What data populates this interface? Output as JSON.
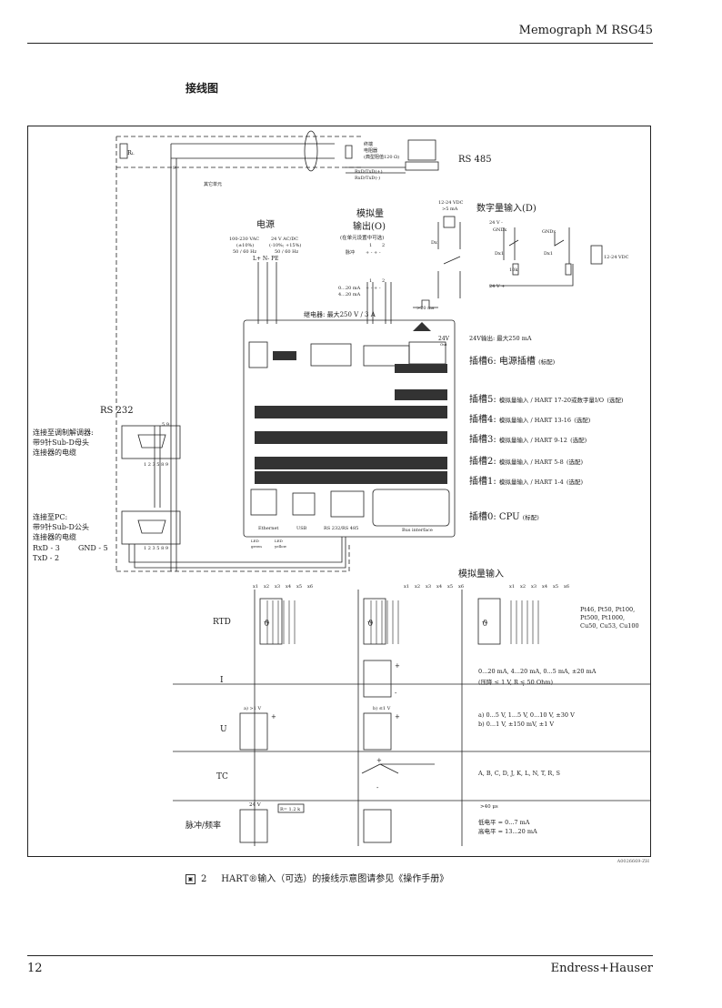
{
  "header": {
    "product": "Memograph M RSG45"
  },
  "section_title": "接线图",
  "diagram": {
    "top": {
      "rl": "R",
      "rl_sub": "L",
      "other_unit": "其它单元",
      "terminator_lines": [
        "终端",
        "电阻器",
        "(典型阻值120 Ω)"
      ],
      "rxd_pos": "RxD/TxD(+)",
      "rxd_neg": "RxD/TxD(-)",
      "rs485": "RS 485",
      "nine": "9"
    },
    "power": {
      "title": "电源",
      "ac_lines": [
        "100-230 VAC",
        "(±10%)",
        "50 / 60 Hz"
      ],
      "dc_lines": [
        "24 V AC/DC",
        "(-10%; +15%)",
        "50 / 60 Hz"
      ],
      "terminals": "L+  N-  PE"
    },
    "analog_out": {
      "title1": "模拟量",
      "title2": "输出(O)",
      "note": "(在单元设置中可选)",
      "pulse": "脉冲",
      "ma1": "0...20 mA",
      "ma2": "4...20 mA",
      "num1": "1",
      "num2": "2",
      "polarity": "+ -   + -"
    },
    "digital_in": {
      "title": "数字量输入(D)",
      "supply": "12-24 VDC",
      "supply2": ">5 mA",
      "v24neg": "24 V -",
      "gndx": "GNDx",
      "dx": "Dx",
      "dx1": "Dx1",
      "r10k": "10k",
      "v24pos": "24 V +",
      "supply_right": "12-24 VDC"
    },
    "relay": "继电器: 最大250 V / 3 A",
    "pulse_time": ">20 ms",
    "out24": "24V输出: 最大250 mA",
    "slots": [
      {
        "slot": "插槽6:",
        "desc": "电源插槽",
        "note": "(标配)"
      },
      {
        "slot": "插槽5:",
        "desc": "模拟量输入 / HART 17-20或数字量I/O",
        "note": "(选配)"
      },
      {
        "slot": "插槽4:",
        "desc": "模拟量输入 / HART 13-16",
        "note": "(选配)"
      },
      {
        "slot": "插槽3:",
        "desc": "模拟量输入 / HART 9-12",
        "note": "(选配)"
      },
      {
        "slot": "插槽2:",
        "desc": "模拟量输入 / HART 5-8",
        "note": "(选配)"
      },
      {
        "slot": "插槽1:",
        "desc": "模拟量输入 / HART 1-4",
        "note": "(选配)"
      },
      {
        "slot": "插槽0:",
        "desc": "CPU",
        "note": "(标配)"
      }
    ],
    "device": {
      "ports": [
        "Ethernet",
        "USB",
        "RS 232/RS 485",
        "Bus interface"
      ],
      "leds": [
        "LED",
        "LED",
        "green",
        "yellow"
      ],
      "out24": "24V",
      "out24_sub": "Out"
    },
    "rs232": {
      "title": "RS 232",
      "modem_lines": [
        "连接至调制解调器:",
        "带9针Sub-D母头",
        "连接器的电缆"
      ],
      "pc_lines": [
        "连接至PC:",
        "带9针Sub-D公头",
        "连接器的电缆"
      ],
      "rxd": "RxD - 3",
      "gnd": "GND - 5",
      "txd": "TxD - 2",
      "pins_top": "5   9",
      "pins_bottom": "1 2 3   5 8 9"
    },
    "analog_in": {
      "title": "模拟量输入",
      "terminals": [
        "x1",
        "x2",
        "x3",
        "x4",
        "x5",
        "x6"
      ],
      "rtd": "RTD",
      "rtd_types": [
        "Pt46, Pt50, Pt100,",
        "Pt500, Pt1000,",
        "Cu50, Cu53, Cu100"
      ],
      "i": "I",
      "i_range": "0...20 mA, 4...20 mA, 0...5 mA, ±20 mA",
      "i_note": "(压降 ≤ 1 V,   R  ≤ 50 Ohm)",
      "i_note_sub": "i",
      "u": "U",
      "u_a": "a) >1 V",
      "u_b": "b) ≤1 V",
      "u_ranges": [
        "a) 0...5 V, 1...5 V, 0...10 V, ±30 V",
        "b) 0...1 V, ±150 mV, ±1 V"
      ],
      "tc": "TC",
      "tc_types": "A, B, C, D, J, K, L, N, T, R, S",
      "pulse": "脉冲/频率",
      "pulse_v": "24 V",
      "pulse_r": "R= 1.2 k",
      "pulse_time": ">40 μs",
      "pulse_low": "低电平 = 0...7 mA",
      "pulse_high": "高电平 = 13...20 mA",
      "plus": "+",
      "minus": "-",
      "theta": "ϑ"
    },
    "ref_code": "A0026669-ZH"
  },
  "caption": {
    "fig_no": "2",
    "text": "HART®输入（可选）的接线示意图请参见《操作手册》"
  },
  "footer": {
    "page": "12",
    "brand": "Endress+Hauser"
  }
}
